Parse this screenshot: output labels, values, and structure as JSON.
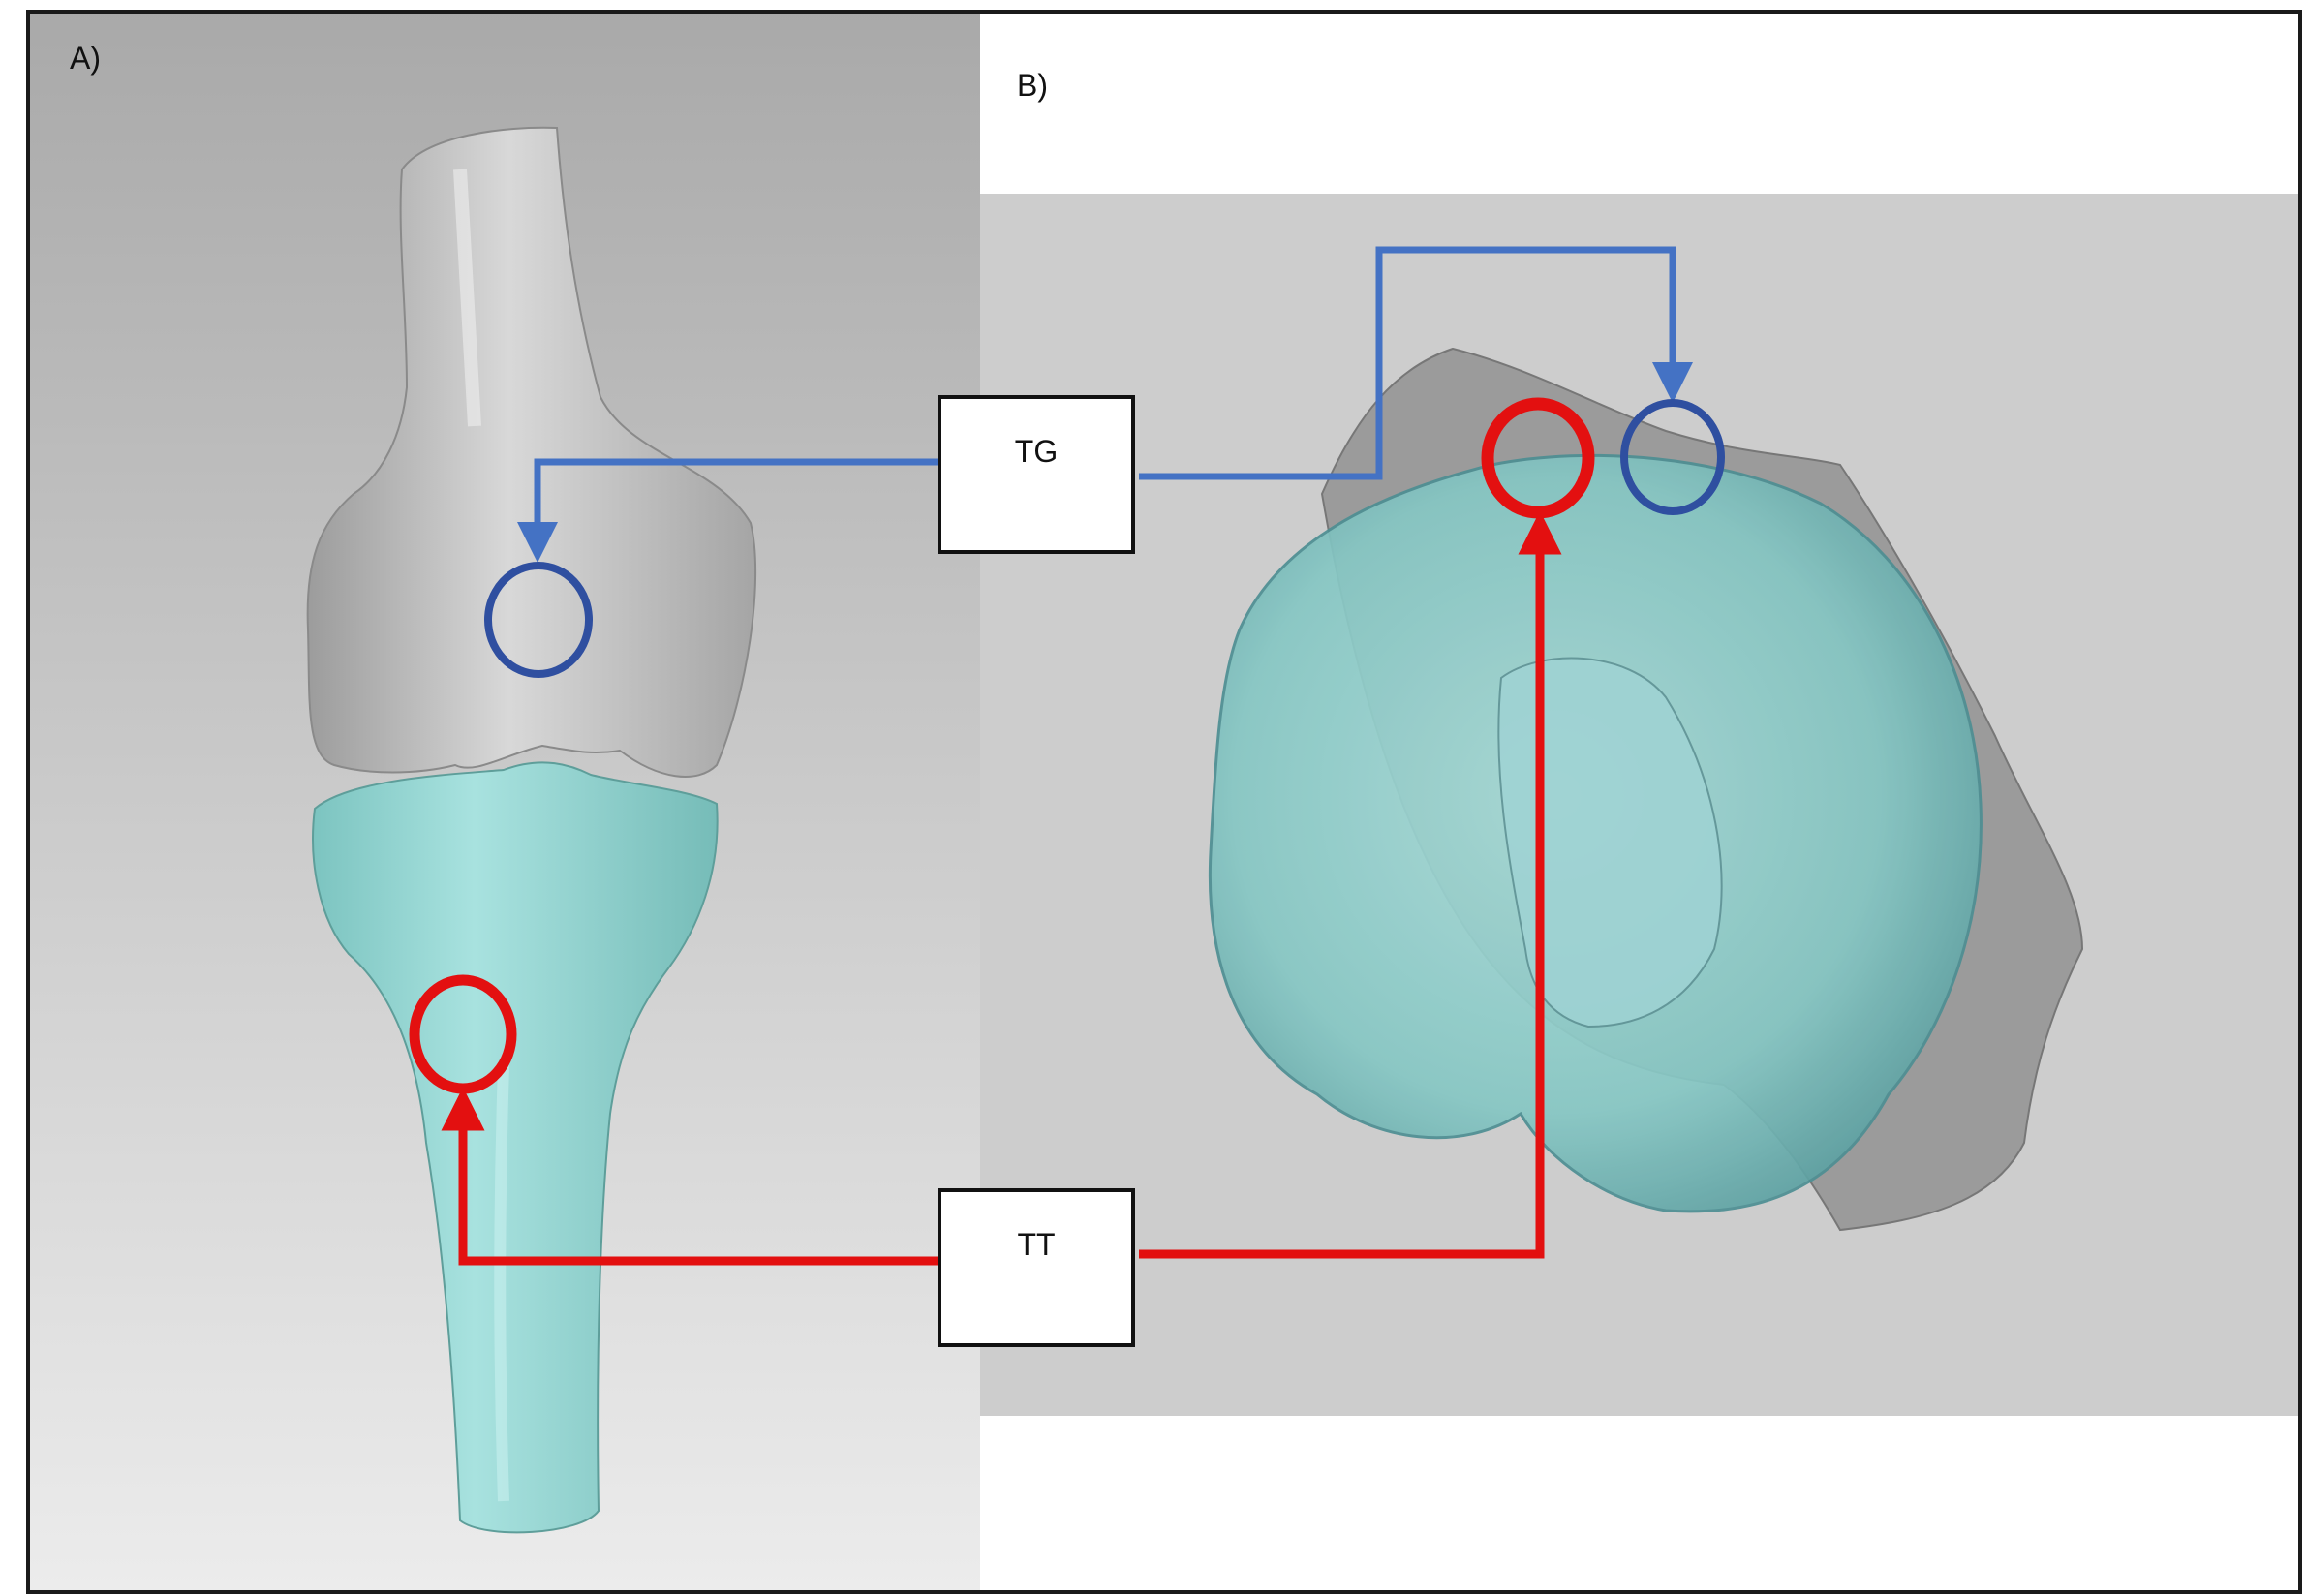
{
  "panels": {
    "a_label": "A)",
    "b_label": "B)"
  },
  "boxes": {
    "tg_label": "TG",
    "tt_label": "TT"
  },
  "colors": {
    "tg_connector": "#4472c4",
    "tg_marker": "#2f4fa0",
    "tt_connector": "#e31010",
    "tt_marker": "#e31010",
    "femur_bone": "#b9b9b9",
    "tibia_bone": "#8fd3cf"
  }
}
